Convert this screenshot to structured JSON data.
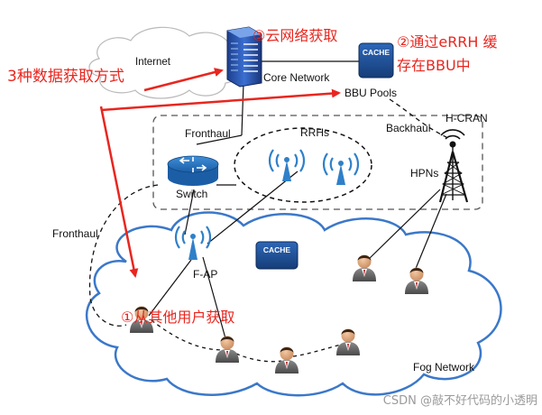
{
  "labels": {
    "internet": "Internet",
    "core_network": "Core Network",
    "bbu_pools": "BBU Pools",
    "h_cran": "H-CRAN",
    "backhaul": "Backhaul",
    "fronthaul_top": "Fronthaul",
    "rrhs": "RRHs",
    "switch": "Switch",
    "hpns": "HPNs",
    "fronthaul_left": "Fronthaul",
    "f_ap": "F-AP",
    "fog_network": "Fog Network",
    "cache": "CACHE"
  },
  "annotations": {
    "three_methods": "3种数据获取方式",
    "cloud_fetch_num": "③",
    "cloud_fetch_text": "云网络获取",
    "errh_num": "②",
    "errh_text": "通过eRRH 缓",
    "errh_text2": "存在BBU中",
    "user_fetch_num": "①",
    "user_fetch_text": "从其他用户获取"
  },
  "watermark": "CSDN @敲不好代码的小透明",
  "colors": {
    "annotation_red": "#e8261f",
    "cache_blue": "#1f4f8f",
    "antenna_blue": "#2f80c8",
    "cloud_stroke": "#3b78c9",
    "cloud_fill": "#ffffff"
  }
}
